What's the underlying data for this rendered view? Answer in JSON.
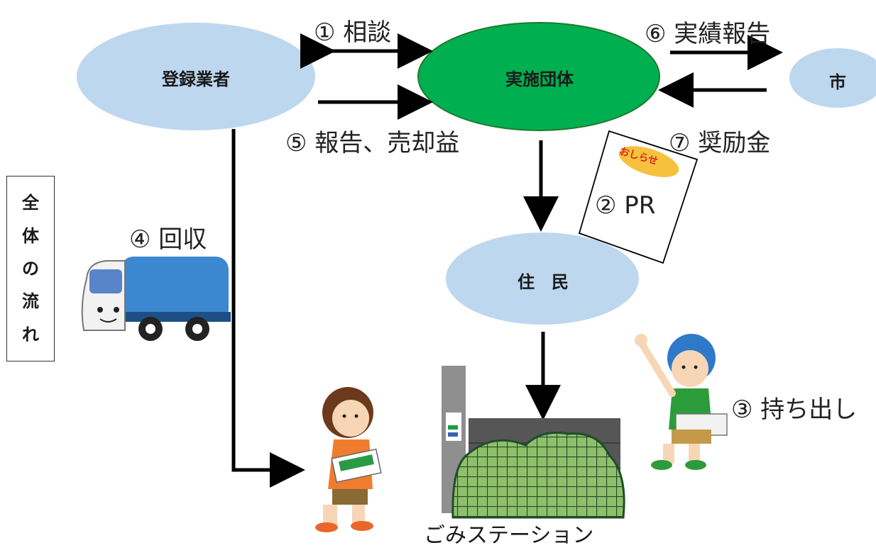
{
  "nodes": {
    "registered_vendor": "登録業者",
    "implementing_group": "実施団体",
    "city": "市",
    "residents": "住　民"
  },
  "steps": {
    "s1": "① 相談",
    "s2": "② PR",
    "s3": "③ 持ち出し",
    "s4": "④ 回収",
    "s5": "⑤ 報告、売却益",
    "s6": "⑥ 実績報告",
    "s7": "⑦ 奨励金"
  },
  "side_box": [
    "全",
    "体",
    "の",
    "流",
    "れ"
  ],
  "station_label": "ごみステーション",
  "notice_sticker": "おしらせ",
  "colors": {
    "vendor_fill": "#bdd7ee",
    "group_fill": "#00b050",
    "group_stroke": "#1e7a2e",
    "residents_fill": "#bdd7ee",
    "city_fill": "#bdd7ee",
    "arrow": "#000000",
    "truck_body": "#3b88d0",
    "net": "#1f6b3a"
  },
  "icons": [
    "garbage-truck-icon",
    "girl-carrying-papers-icon",
    "boy-waving-icon",
    "pr-leaflet-icon",
    "garbage-station-icon"
  ]
}
